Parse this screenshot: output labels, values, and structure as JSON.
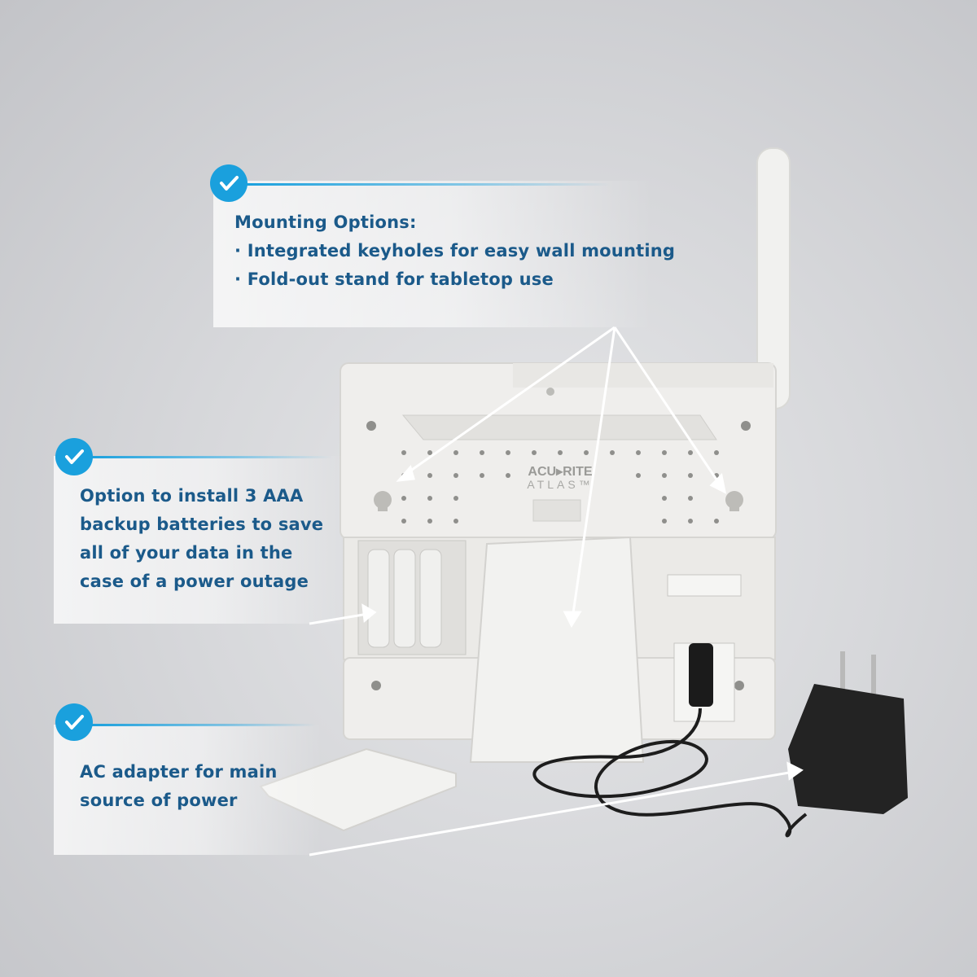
{
  "callouts": {
    "mounting": {
      "title": "Mounting Options:",
      "bullets": [
        "· Integrated keyholes for easy wall mounting",
        "· Fold-out stand for tabletop use"
      ]
    },
    "batteries": {
      "lines": [
        "Option to install 3 AAA",
        "backup batteries to save",
        "all of your data in the",
        "case of a power outage"
      ]
    },
    "adapter": {
      "lines": [
        "AC adapter for main",
        "source of power"
      ]
    }
  },
  "product": {
    "logo_brand": "ACU▸RITE",
    "logo_model": "ATLAS™"
  },
  "colors": {
    "accent": "#1aa0dd",
    "text": "#1b5a8a"
  },
  "icons": [
    "checkmark-icon"
  ]
}
